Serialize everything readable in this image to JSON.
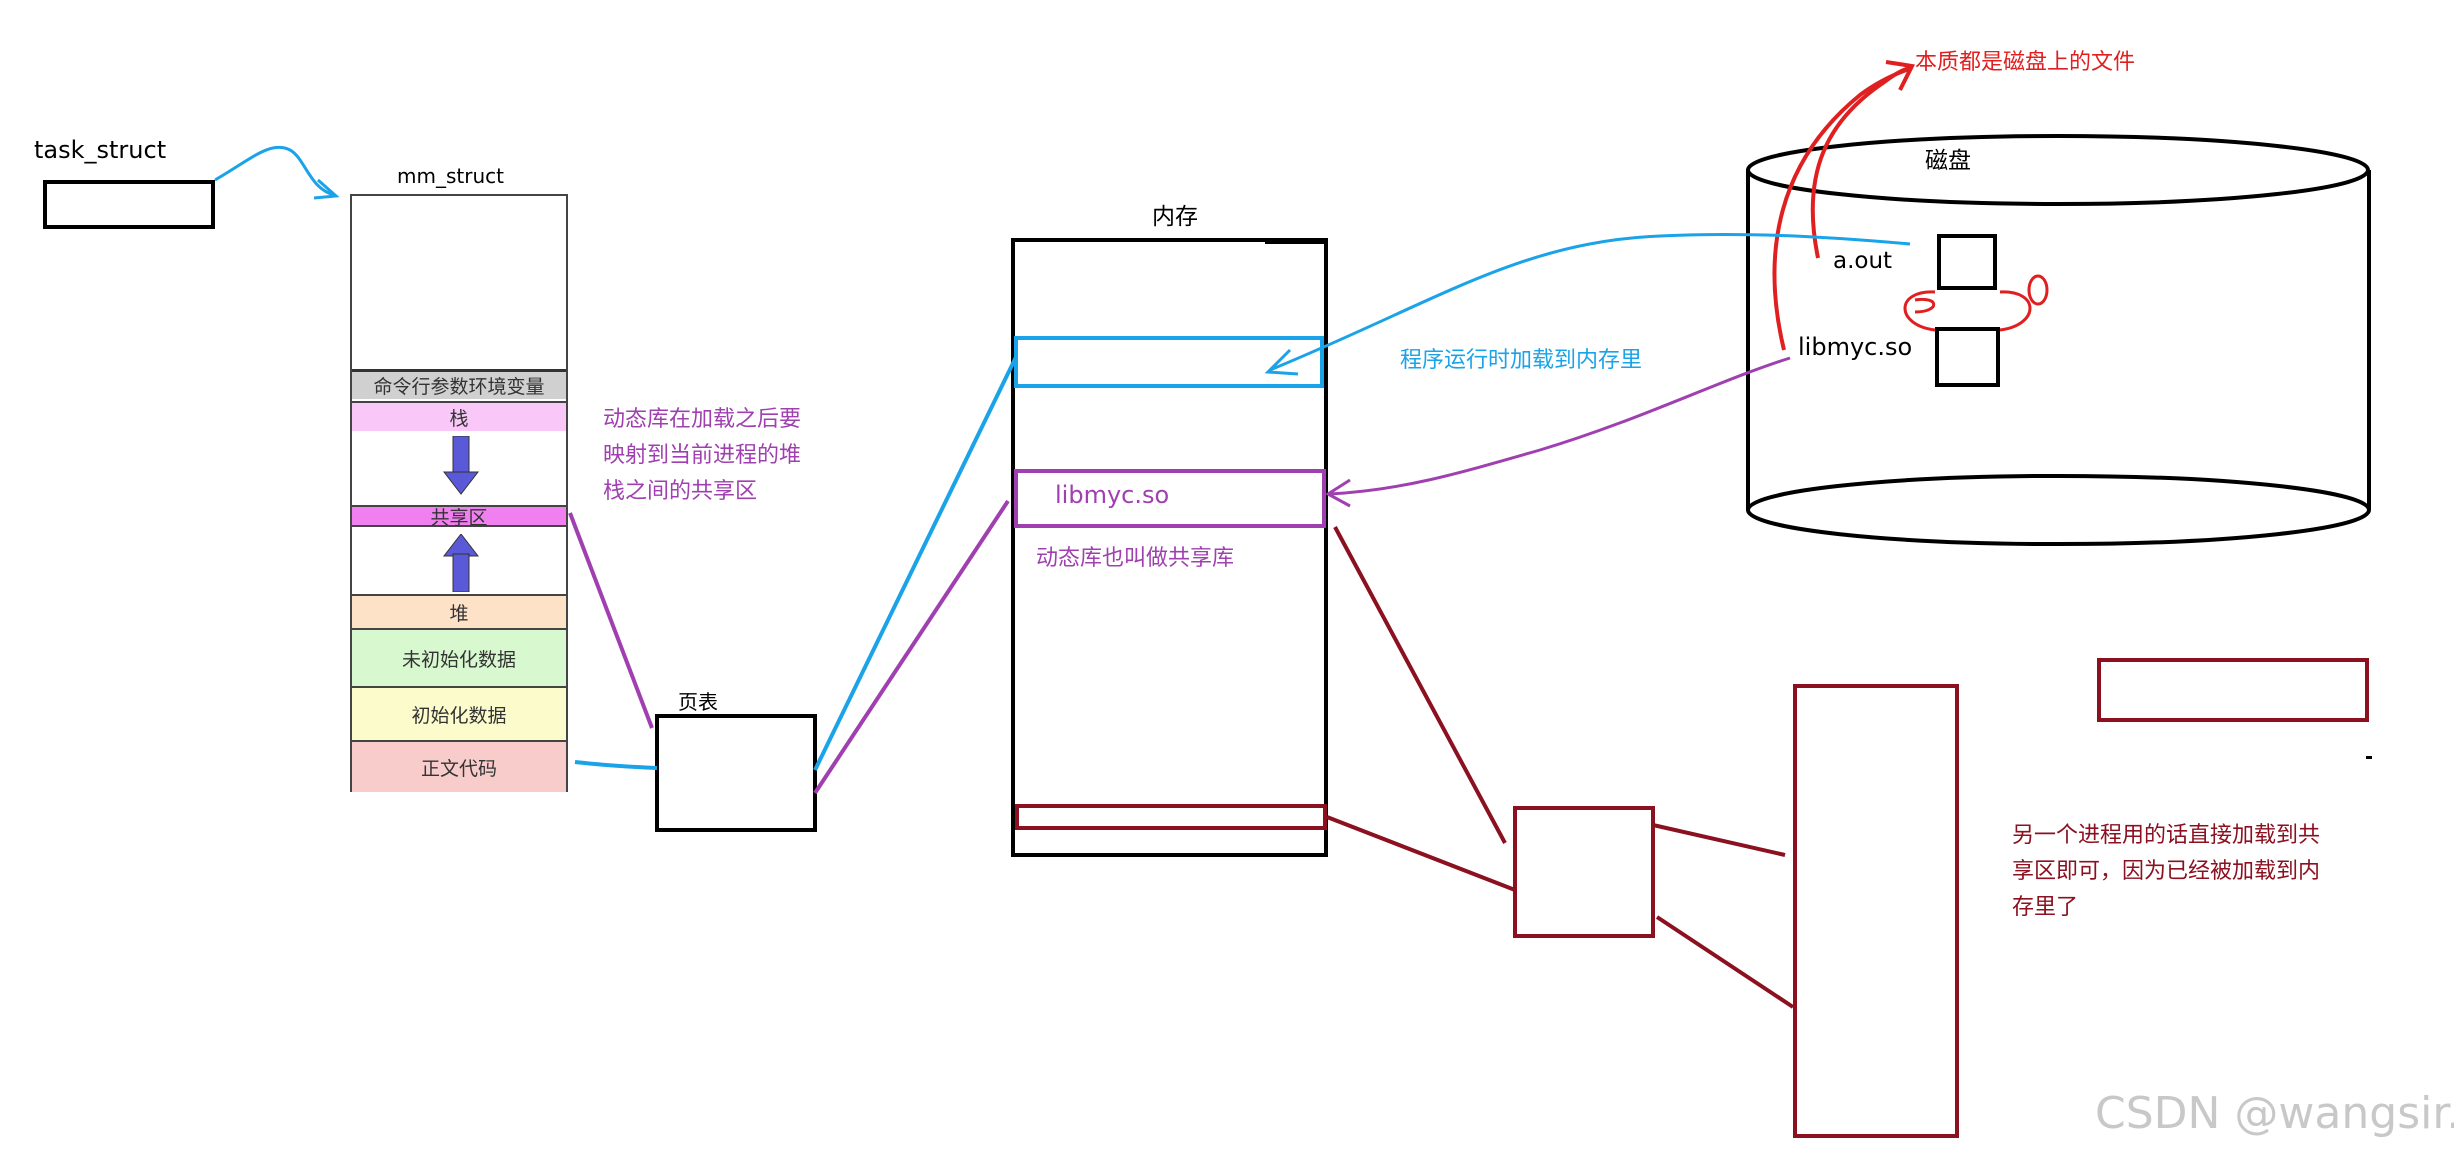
{
  "labels": {
    "task_struct": "task_struct",
    "mm_struct": "mm_struct",
    "page_table": "页表",
    "memory": "内存",
    "disk": "磁盘",
    "a_out": "a.out",
    "libmyc_disk": "libmyc.so",
    "libmyc_mem": "libmyc.so",
    "essence": "本质都是磁盘上的文件",
    "load_runtime": "程序运行时加载到内存里",
    "shared_lib_aka": "动态库也叫做共享库",
    "mapped_note": "动态库在加载之后要映射到当前进程的堆栈之间的共享区",
    "other_process_note": "另一个进程用的话直接加载到共享区即可，因为已经被加载到内存里了",
    "watermark": "CSDN @wangsir."
  },
  "note_lines": {
    "mapped": [
      "动态库在加载之后要",
      "映射到当前进程的堆",
      "栈之间的共享区"
    ],
    "other": [
      "另一个进程用的话直接加载到共",
      "享区即可，因为已经被加载到内",
      "存里了"
    ]
  },
  "mm_segments": {
    "env": "命令行参数环境变量",
    "stack": "栈",
    "shared": "共享区",
    "heap": "堆",
    "bss": "未初始化数据",
    "data": "初始化数据",
    "text": "正文代码"
  },
  "colors": {
    "blue": "#1aa3e8",
    "purple": "#a040b0",
    "red": "#e02020",
    "darkred": "#8b1020",
    "black": "#000000",
    "seg_env": "#d0d0d0",
    "seg_stack": "#f9c8f9",
    "seg_shared": "#f080f0",
    "seg_heap": "#fde2c8",
    "seg_bss": "#d8f8d0",
    "seg_data": "#fbfbcc",
    "seg_text": "#f9cccc",
    "arrow": "#5a5ad8"
  }
}
